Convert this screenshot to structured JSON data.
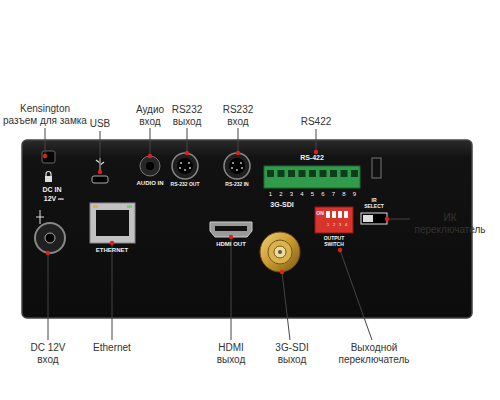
{
  "diagram": {
    "labels": [
      "Kensington разъем для замка",
      "USB",
      "Аудио вход",
      "RS232 выход",
      "RS232 вход",
      "RS422",
      "DC 12V вход",
      "Ethernet",
      "HDMI выход",
      "3G-SDI выход",
      "Выходной переключатель",
      "ИК переключатель",
      "DC IN",
      "12V ⎓",
      "ETHERNET",
      "AUDIO IN",
      "RS-232 OUT",
      "RS-232 IN",
      "RS-422",
      "1",
      "2",
      "3",
      "4",
      "5",
      "6",
      "7",
      "8",
      "9",
      "HDMI OUT",
      "3G-SDI",
      "ON",
      "1",
      "2",
      "3",
      "4",
      "OUTPUT SWITCH",
      "IR SELECT"
    ]
  }
}
